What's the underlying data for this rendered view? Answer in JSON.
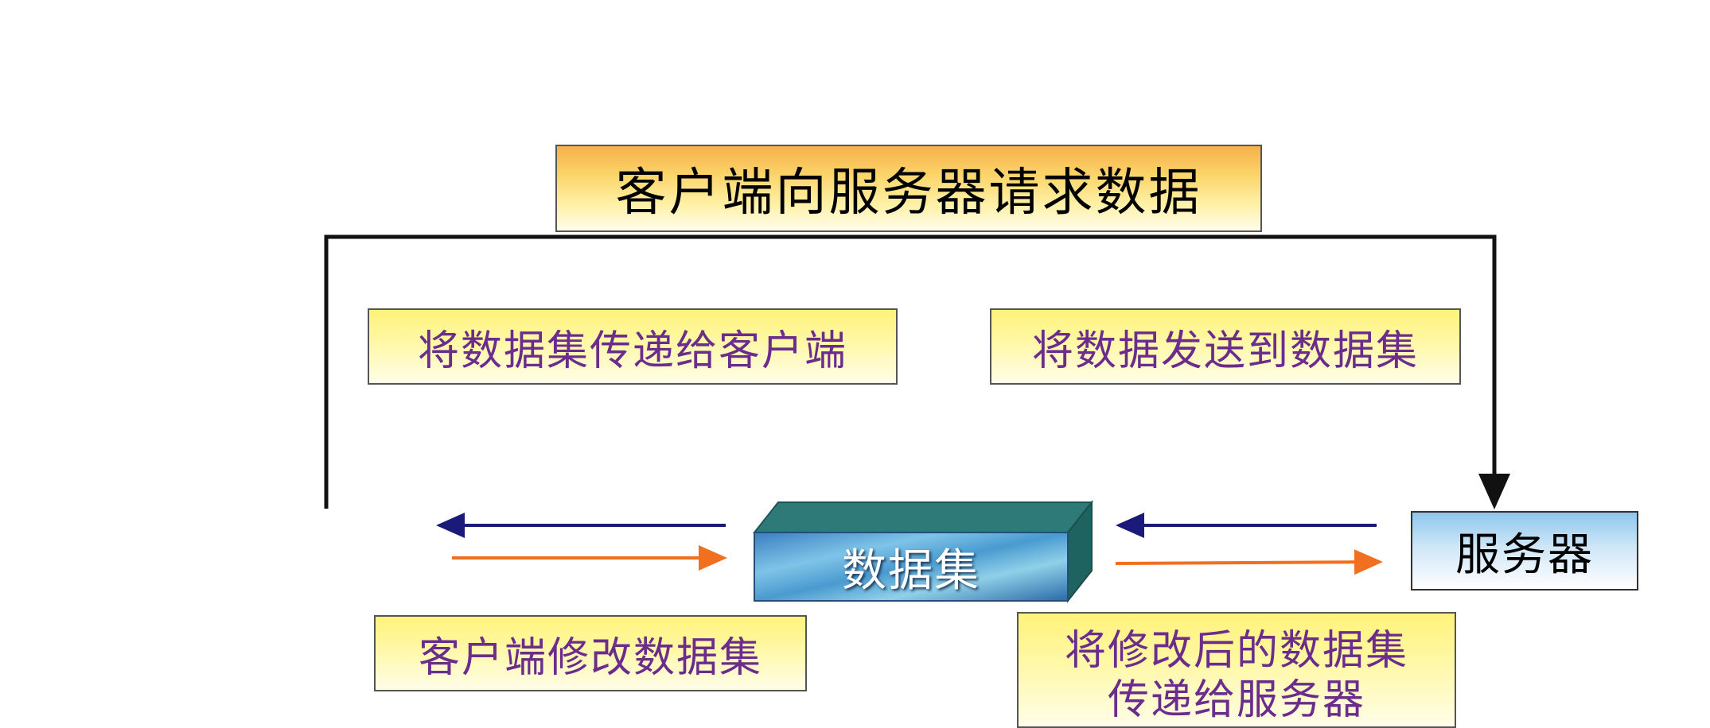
{
  "title": "客户端向服务器请求数据",
  "labels": {
    "dataset_to_client": "将数据集传递给客户端",
    "data_to_dataset": "将数据发送到数据集",
    "client_modify": "客户端修改数据集",
    "modified_to_server_line1": "将修改后的数据集",
    "modified_to_server_line2": "传递给服务器"
  },
  "nodes": {
    "dataset": "数据集",
    "server": "服务器"
  },
  "colors": {
    "arrow_left": "#1a1a7a",
    "arrow_right": "#f07020",
    "connector": "#111111",
    "text_purple": "#6b2c8c"
  }
}
